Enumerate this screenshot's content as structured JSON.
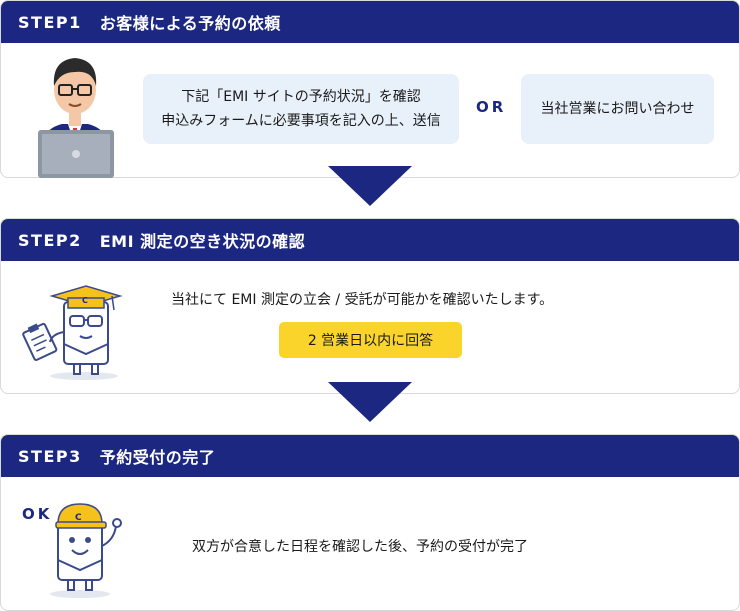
{
  "step1": {
    "number": "STEP1",
    "title": "お客様による予約の依頼",
    "box1_line1": "下記「EMI サイトの予約状況」を確認",
    "box1_line2": "申込みフォームに必要事項を記入の上、送信",
    "or": "OR",
    "box2": "当社営業にお問い合わせ"
  },
  "step2": {
    "number": "STEP2",
    "title": "EMI 測定の空き状況の確認",
    "text": "当社にて EMI 測定の立会 / 受託が可能かを確認いたします。",
    "badge": "2 営業日以内に回答"
  },
  "step3": {
    "number": "STEP3",
    "title": "予約受付の完了",
    "ok": "OK",
    "text": "双方が合意した日程を確認した後、予約の受付が完了"
  },
  "colors": {
    "navy": "#1c2781",
    "light_blue": "#e8f0fa",
    "yellow": "#fad42a"
  },
  "icons": [
    "businessman-laptop-icon",
    "mascot-graduate-clipboard-icon",
    "mascot-cap-waving-icon"
  ]
}
